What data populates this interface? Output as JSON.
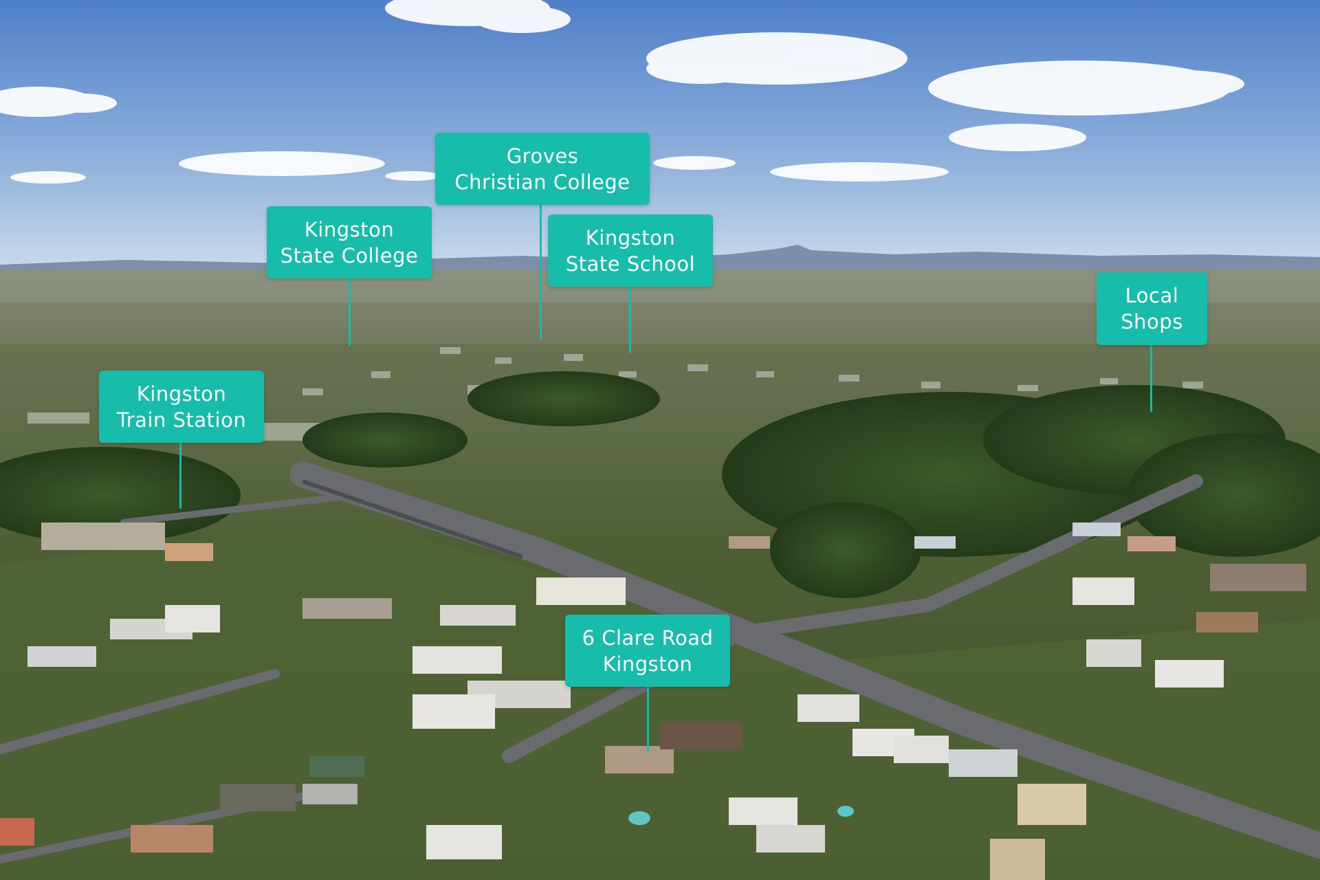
{
  "photo": {
    "subject": "aerial-suburb-view",
    "colors": {
      "sky_top": "#4f7fc9",
      "sky_bottom": "#c3d6ea",
      "hills": "#7d8ea8",
      "suburb_far": "#6f7a5c",
      "suburb_near": "#4d5e34",
      "trees": "#2f4a24",
      "road": "#6a6b6e",
      "marker": "#17bcaa"
    }
  },
  "markers": [
    {
      "id": "groves",
      "line1": "Groves",
      "line2": "Christian College"
    },
    {
      "id": "kingston-college",
      "line1": "Kingston",
      "line2": "State College"
    },
    {
      "id": "kingston-school",
      "line1": "Kingston",
      "line2": "State School"
    },
    {
      "id": "local-shops",
      "line1": "Local",
      "line2": "Shops"
    },
    {
      "id": "train-station",
      "line1": "Kingston",
      "line2": "Train Station"
    },
    {
      "id": "property",
      "line1": "6 Clare Road",
      "line2": "Kingston"
    }
  ]
}
